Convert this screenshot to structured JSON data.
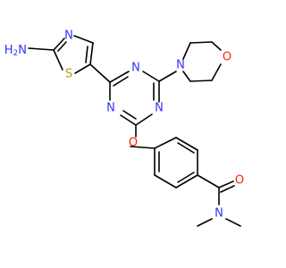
{
  "atoms": {
    "thiazole_n": {
      "label": "N",
      "color": "#3333ff"
    },
    "amine": {
      "label": "H2N",
      "color": "#3333ff"
    },
    "thiazole_s": {
      "label": "S",
      "color": "#b5a000"
    },
    "triazine_n_top": {
      "label": "N",
      "color": "#3333ff"
    },
    "triazine_n_left": {
      "label": "N",
      "color": "#3333ff"
    },
    "triazine_n_right": {
      "label": "N",
      "color": "#3333ff"
    },
    "morpholine_n": {
      "label": "N",
      "color": "#3333ff"
    },
    "morpholine_o": {
      "label": "O",
      "color": "#ff2200"
    },
    "ether_o": {
      "label": "O",
      "color": "#ff2200"
    },
    "carbonyl_o": {
      "label": "O",
      "color": "#ff2200"
    },
    "amide_n": {
      "label": "N",
      "color": "#3333ff"
    }
  },
  "colors": {
    "bond": "#000000",
    "nitrogen": "#3333ff",
    "oxygen": "#ff2200",
    "sulfur": "#b5a000",
    "background": "#ffffff"
  }
}
